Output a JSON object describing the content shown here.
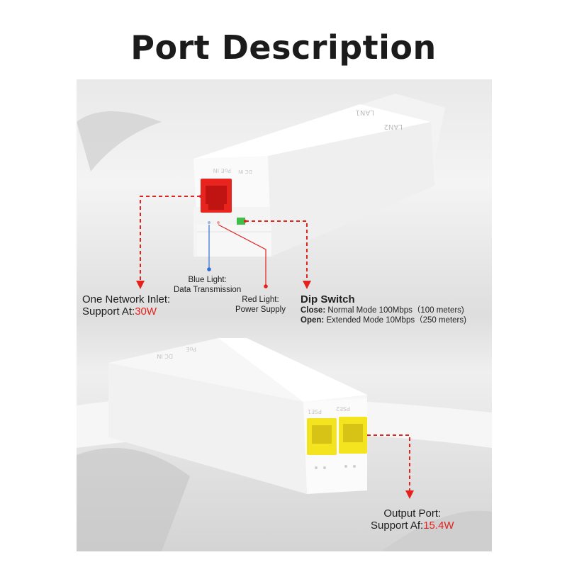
{
  "title": "Port Description",
  "labels": {
    "network_inlet": {
      "line1": "One Network Inlet:",
      "line2_prefix": "Support At:",
      "line2_value": "30W"
    },
    "blue_light": {
      "line1": "Blue Light:",
      "line2": "Data Transmission"
    },
    "red_light": {
      "line1": "Red Light:",
      "line2": "Power Supply"
    },
    "dip_switch": {
      "title": "Dip Switch",
      "close_label": "Close:",
      "close_text": "Normal Mode 100Mbps（100 meters)",
      "open_label": "Open:",
      "open_text": "Extended Mode 10Mbps（250 meters)"
    },
    "output_port": {
      "line1": "Output Port:",
      "line2_prefix": "Support Af:",
      "line2_value": "15.4W"
    }
  },
  "colors": {
    "accent_red": "#e3221d",
    "port_red": "#e8241f",
    "port_yellow": "#f4e31f",
    "dip_green": "#3fbf4a",
    "blue_led": "#2f6fd6",
    "device_white": "#fbfbfb"
  }
}
